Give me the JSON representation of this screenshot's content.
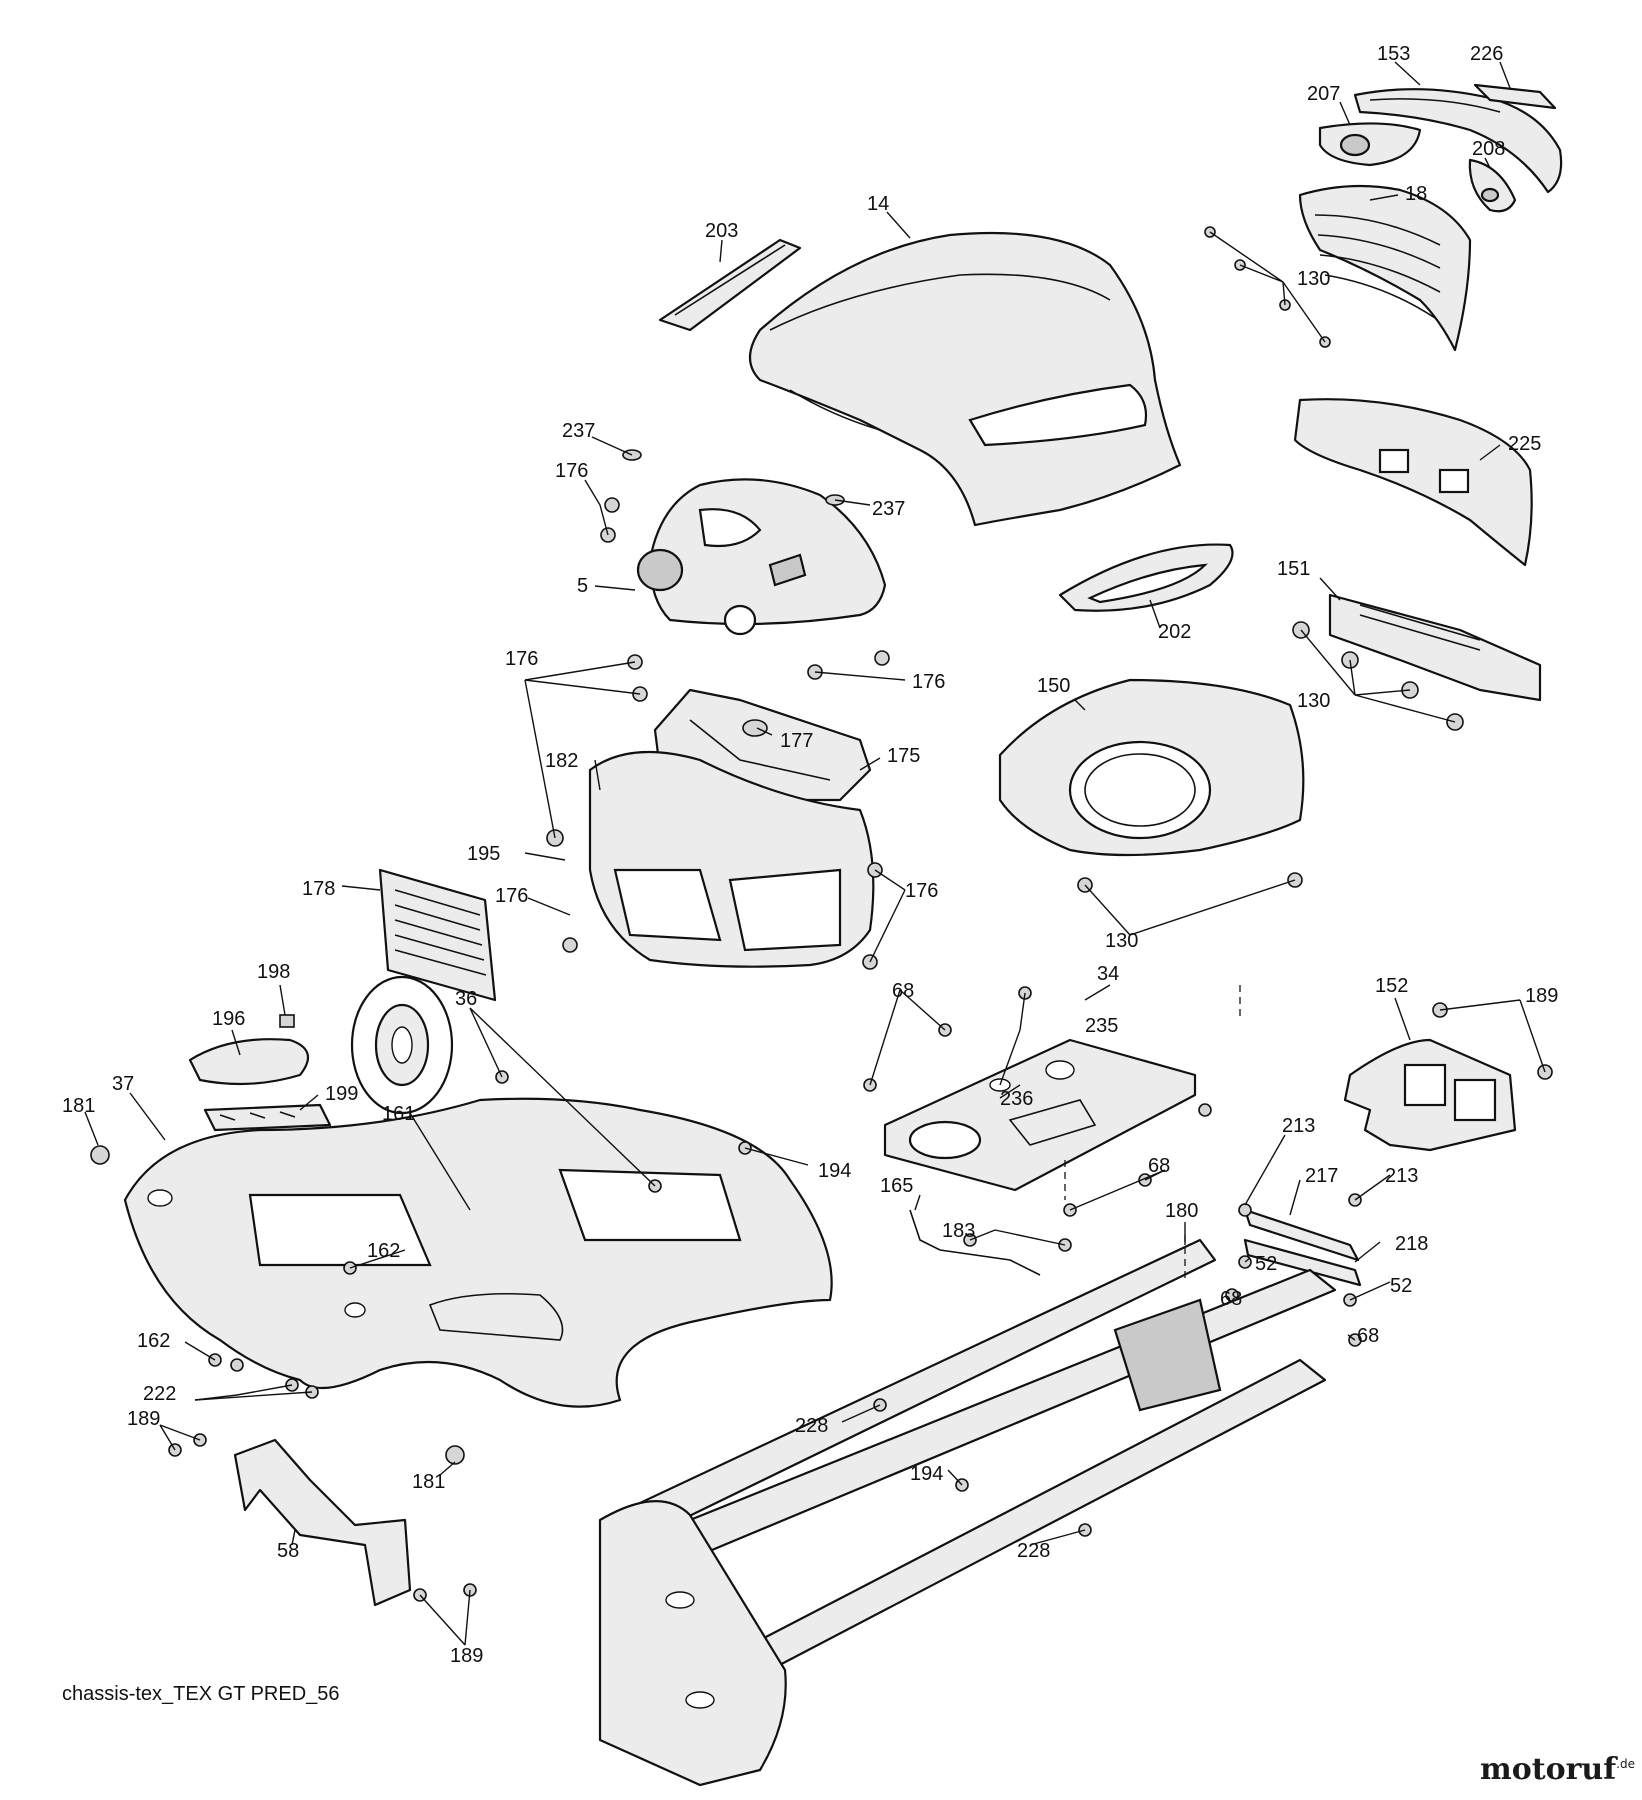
{
  "drawing_reference": "chassis-tex_TEX GT PRED_56",
  "brand": {
    "name": "motoruf",
    "tld": ".de"
  },
  "callouts": [
    {
      "id": "c-153",
      "label": "153"
    },
    {
      "id": "c-226",
      "label": "226"
    },
    {
      "id": "c-207",
      "label": "207"
    },
    {
      "id": "c-208",
      "label": "208"
    },
    {
      "id": "c-18",
      "label": "18"
    },
    {
      "id": "c-14",
      "label": "14"
    },
    {
      "id": "c-203",
      "label": "203"
    },
    {
      "id": "c-130a",
      "label": "130"
    },
    {
      "id": "c-237a",
      "label": "237"
    },
    {
      "id": "c-176a",
      "label": "176"
    },
    {
      "id": "c-237b",
      "label": "237"
    },
    {
      "id": "c-225",
      "label": "225"
    },
    {
      "id": "c-5",
      "label": "5"
    },
    {
      "id": "c-202",
      "label": "202"
    },
    {
      "id": "c-151",
      "label": "151"
    },
    {
      "id": "c-176b",
      "label": "176"
    },
    {
      "id": "c-176c",
      "label": "176"
    },
    {
      "id": "c-150",
      "label": "150"
    },
    {
      "id": "c-130b",
      "label": "130"
    },
    {
      "id": "c-177",
      "label": "177"
    },
    {
      "id": "c-175",
      "label": "175"
    },
    {
      "id": "c-182",
      "label": "182"
    },
    {
      "id": "c-195",
      "label": "195"
    },
    {
      "id": "c-176d",
      "label": "176"
    },
    {
      "id": "c-176e",
      "label": "176"
    },
    {
      "id": "c-178",
      "label": "178"
    },
    {
      "id": "c-130c",
      "label": "130"
    },
    {
      "id": "c-198",
      "label": "198"
    },
    {
      "id": "c-36",
      "label": "36"
    },
    {
      "id": "c-196",
      "label": "196"
    },
    {
      "id": "c-68a",
      "label": "68"
    },
    {
      "id": "c-34",
      "label": "34"
    },
    {
      "id": "c-152",
      "label": "152"
    },
    {
      "id": "c-189a",
      "label": "189"
    },
    {
      "id": "c-235",
      "label": "235"
    },
    {
      "id": "c-37",
      "label": "37"
    },
    {
      "id": "c-199",
      "label": "199"
    },
    {
      "id": "c-181a",
      "label": "181"
    },
    {
      "id": "c-161",
      "label": "161"
    },
    {
      "id": "c-236",
      "label": "236"
    },
    {
      "id": "c-194a",
      "label": "194"
    },
    {
      "id": "c-213a",
      "label": "213"
    },
    {
      "id": "c-217",
      "label": "217"
    },
    {
      "id": "c-213b",
      "label": "213"
    },
    {
      "id": "c-68b",
      "label": "68"
    },
    {
      "id": "c-165",
      "label": "165"
    },
    {
      "id": "c-180",
      "label": "180"
    },
    {
      "id": "c-183",
      "label": "183"
    },
    {
      "id": "c-218",
      "label": "218"
    },
    {
      "id": "c-162a",
      "label": "162"
    },
    {
      "id": "c-52a",
      "label": "52"
    },
    {
      "id": "c-68c",
      "label": "68"
    },
    {
      "id": "c-52b",
      "label": "52"
    },
    {
      "id": "c-162b",
      "label": "162"
    },
    {
      "id": "c-68d",
      "label": "68"
    },
    {
      "id": "c-222",
      "label": "222"
    },
    {
      "id": "c-228a",
      "label": "228"
    },
    {
      "id": "c-189b",
      "label": "189"
    },
    {
      "id": "c-194b",
      "label": "194"
    },
    {
      "id": "c-181b",
      "label": "181"
    },
    {
      "id": "c-228b",
      "label": "228"
    },
    {
      "id": "c-58",
      "label": "58"
    },
    {
      "id": "c-189c",
      "label": "189"
    }
  ]
}
